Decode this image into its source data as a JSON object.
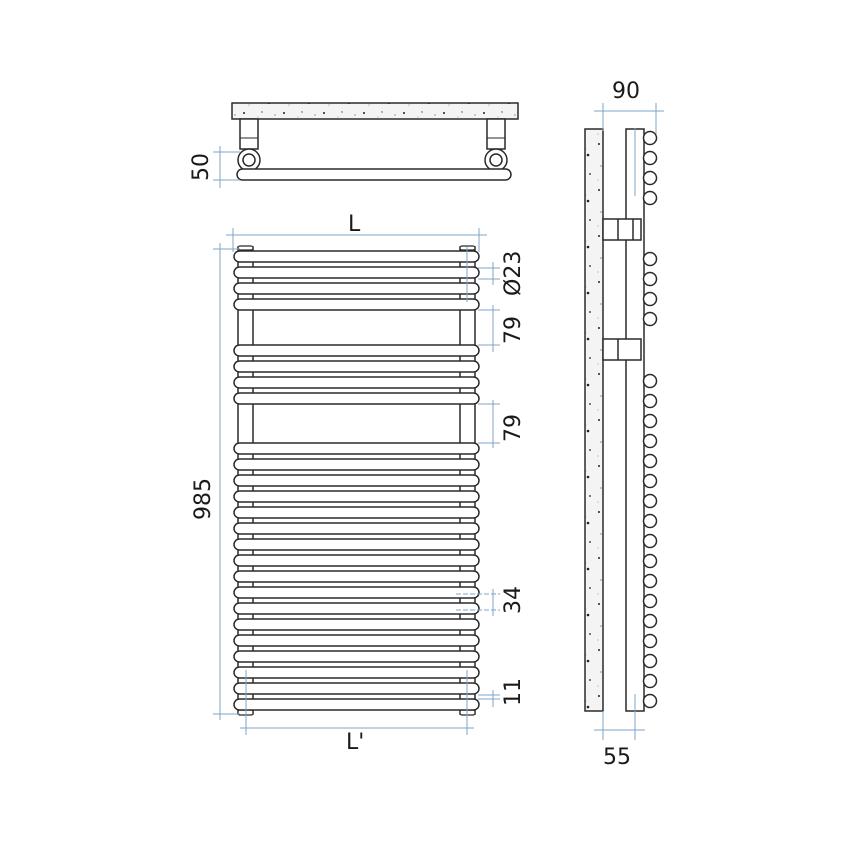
{
  "drawing": {
    "title": "Towel radiator technical drawing",
    "views": [
      "top-view",
      "front-view",
      "side-view"
    ]
  },
  "colors": {
    "outline": "#2a2a2a",
    "dimension_line": "#7ea6c8",
    "wall_fill": "#f4f4f4",
    "background": "#ffffff"
  },
  "dimensions": {
    "wall_offset_top": "50",
    "width": "L",
    "width_between_centers": "L'",
    "height": "985",
    "tube_diameter": "Ø23",
    "gap_upper": "79",
    "gap_lower": "79",
    "tube_pitch": "34",
    "tube_spacing": "11",
    "depth_total": "90",
    "depth_wall": "55"
  },
  "structure": {
    "tube_groups": [
      4,
      4,
      17
    ]
  }
}
